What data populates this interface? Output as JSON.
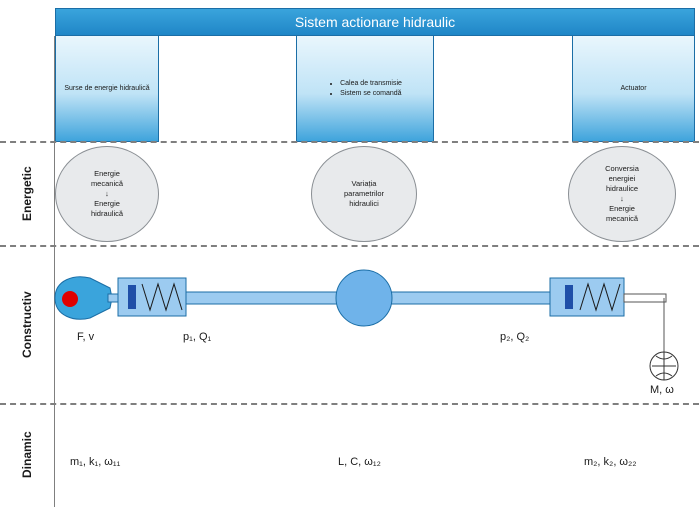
{
  "title": "Sistem actionare hidraulic",
  "columns": {
    "c1": "Surse de energie hidraulică",
    "c2_items": [
      "Calea de transmisie",
      "Sistem se comandă"
    ],
    "c3": "Actuator"
  },
  "rows": {
    "energetic": "Energetic",
    "constructiv": "Constructiv",
    "dinamic": "Dinamic"
  },
  "circles": {
    "left": [
      "Energie",
      "mecanică",
      "↓",
      "Energie",
      "hidraulică"
    ],
    "mid": [
      "Variația",
      "parametrilor",
      "hidraulici"
    ],
    "right": [
      "Conversia",
      "energiei",
      "hidraulice",
      "↓",
      "Energie",
      "mecanică"
    ]
  },
  "labels": {
    "fv": "F, v",
    "pq1": "p₁, Q₁",
    "pq2": "p₂, Q₂",
    "mw": "M, ω"
  },
  "dynamic": {
    "left": "m₁, k₁, ω₁₁",
    "mid": "L, C, ω₁₂",
    "right": "m₂, k₂, ω₂₂"
  },
  "colors": {
    "accent": "#1f86c7",
    "fill_light": "#9ccbf0",
    "fill_mid": "#6fb3ea",
    "dark_blue": "#1f4fa8",
    "red": "#e00000"
  }
}
